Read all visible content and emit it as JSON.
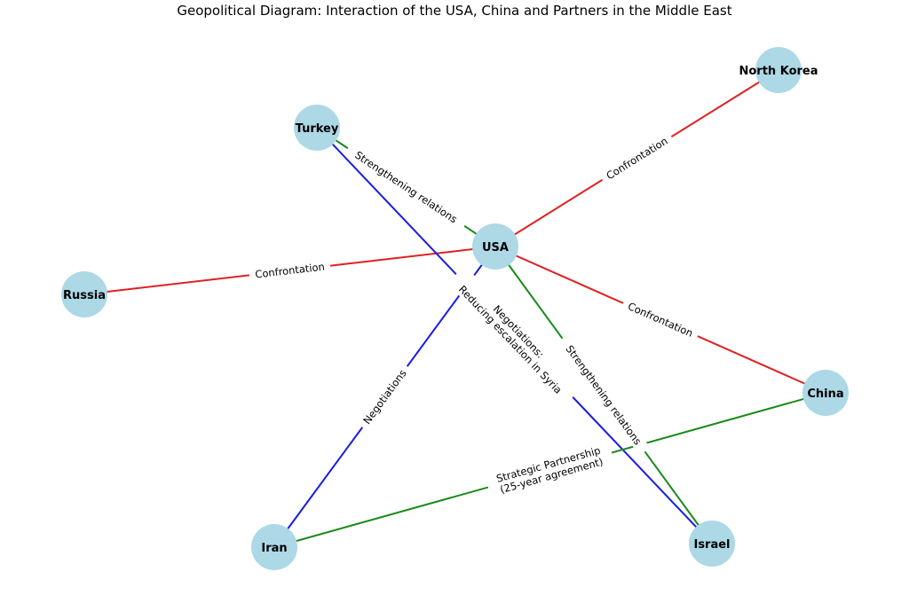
{
  "title": "Geopolitical Diagram: Interaction of the USA, China and Partners in the Middle East",
  "colors": {
    "node_fill": "#add8e6",
    "confrontation": "#e02020",
    "strengthening": "#1a8a1a",
    "negotiation": "#1a1ae6"
  },
  "nodes": [
    {
      "id": "usa",
      "label": "USA"
    },
    {
      "id": "turkey",
      "label": "Turkey"
    },
    {
      "id": "north-korea",
      "label": "North Korea"
    },
    {
      "id": "russia",
      "label": "Russia"
    },
    {
      "id": "china",
      "label": "China"
    },
    {
      "id": "iran",
      "label": "Iran"
    },
    {
      "id": "israel",
      "label": "Israel"
    }
  ],
  "edges": [
    {
      "source": "usa",
      "target": "north-korea",
      "label": "Confrontation",
      "kind": "confrontation"
    },
    {
      "source": "usa",
      "target": "russia",
      "label": "Confrontation",
      "kind": "confrontation"
    },
    {
      "source": "usa",
      "target": "china",
      "label": "Confrontation",
      "kind": "confrontation"
    },
    {
      "source": "usa",
      "target": "turkey",
      "label": "Strengthening relations",
      "kind": "strengthening"
    },
    {
      "source": "usa",
      "target": "israel",
      "label": "Strengthening relations",
      "kind": "strengthening"
    },
    {
      "source": "usa",
      "target": "iran",
      "label": "Negotiations",
      "kind": "negotiation"
    },
    {
      "source": "turkey",
      "target": "israel",
      "label": "Negotiations: Reducing escalation in Syria",
      "kind": "negotiation"
    },
    {
      "source": "china",
      "target": "iran",
      "label": "Strategic Partnership (25-year agreement)",
      "kind": "strengthening"
    }
  ]
}
